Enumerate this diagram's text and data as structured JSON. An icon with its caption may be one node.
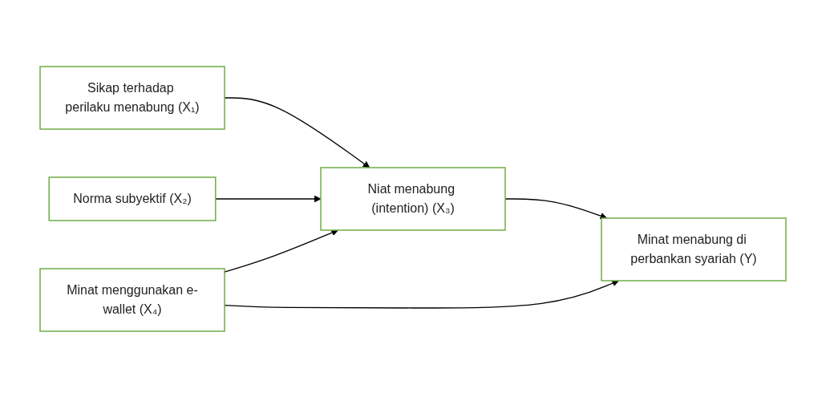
{
  "diagram": {
    "nodes": [
      {
        "text": [
          "Sikap terhadap perilaku menabung (X₁)"
        ]
      },
      {
        "text": [
          "Norma subyektif (X₂)"
        ]
      },
      {
        "text": [
          "Niat menabung (intention) (X₃)"
        ]
      },
      {
        "text": [
          "Minat menggunakan e-wallet (X₄)"
        ]
      },
      {
        "text": [
          "Minat menabung di perbankan syariah (Y)"
        ]
      }
    ],
    "edges": [
      {
        "from": 0,
        "to": 2,
        "arrow": "to"
      },
      {
        "from": 1,
        "to": 2,
        "arrow": "to"
      },
      {
        "from": 2,
        "to": 4,
        "arrow": "to"
      },
      {
        "from": 3,
        "to": 2,
        "arrow": "to"
      },
      {
        "from": 3,
        "to": 4,
        "arrow": "to"
      }
    ]
  }
}
